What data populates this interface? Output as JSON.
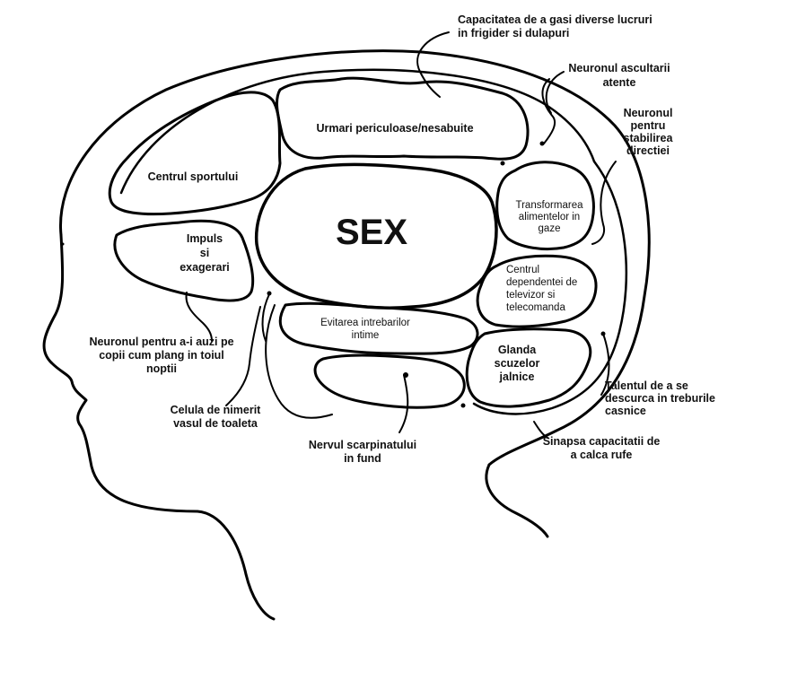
{
  "center_label": "SEX",
  "labels": {
    "capacitatea": [
      "Capacitatea de a gasi diverse lucruri",
      "in frigider si dulapuri"
    ],
    "ascultarii": [
      "Neuronul ascultarii",
      "atente"
    ],
    "directiei": [
      "Neuronul",
      "pentru",
      "stabilirea",
      "directiei"
    ],
    "urmari": [
      "Urmari periculoase/nesabuite"
    ],
    "sportului": [
      "Centrul sportului"
    ],
    "impuls": [
      "Impuls",
      "si",
      "exagerari"
    ],
    "transformarea": [
      "Transformarea",
      "alimentelor in",
      "gaze"
    ],
    "dependentei": [
      "Centrul",
      "dependentei de",
      "televizor si",
      "telecomanda"
    ],
    "intrebarilor": [
      "Evitarea intrebarilor",
      "intime"
    ],
    "glanda": [
      "Glanda",
      "scuzelor",
      "jalnice"
    ],
    "auzi": [
      "Neuronul pentru a-i auzi pe",
      "copii cum plang in toiul",
      "noptii"
    ],
    "toaleta": [
      "Celula de nimerit",
      "vasul de toaleta"
    ],
    "scarpinatului": [
      "Nervul scarpinatului",
      "in fund"
    ],
    "talentul": [
      "Talentul de a se",
      "descurca in treburile",
      "casnice"
    ],
    "sinapsa": [
      "Sinapsa capacitatii de",
      "a calca rufe"
    ]
  }
}
